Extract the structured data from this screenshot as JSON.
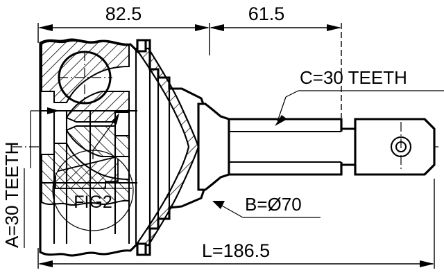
{
  "drawing": {
    "type": "technical-engineering-drawing",
    "subject": "CV joint cross-section",
    "background_color": "#ffffff",
    "line_color": "#000000"
  },
  "dimensions": {
    "top_left": {
      "label": "82.5",
      "name": "dimension-82-5",
      "units": "mm",
      "value": 82.5
    },
    "top_right": {
      "label": "61.5",
      "name": "dimension-61-5",
      "units": "mm",
      "value": 61.5
    },
    "bottom_overall": {
      "label": "L=186.5",
      "name": "dimension-overall-length",
      "units": "mm",
      "value": 186.5
    }
  },
  "callouts": {
    "left_spline": {
      "label": "A=30 TEETH",
      "name": "callout-a-30-teeth",
      "orientation": "vertical",
      "value": 30
    },
    "shaft_spline": {
      "label": "C=30 TEETH",
      "name": "callout-c-30-teeth",
      "value": 30
    },
    "joint_diameter": {
      "label": "B=Ø70",
      "name": "callout-b-diameter-70",
      "value": 70,
      "units": "mm"
    },
    "detail_marker": {
      "label": "FIG2",
      "name": "detail-callout-fig2"
    }
  }
}
